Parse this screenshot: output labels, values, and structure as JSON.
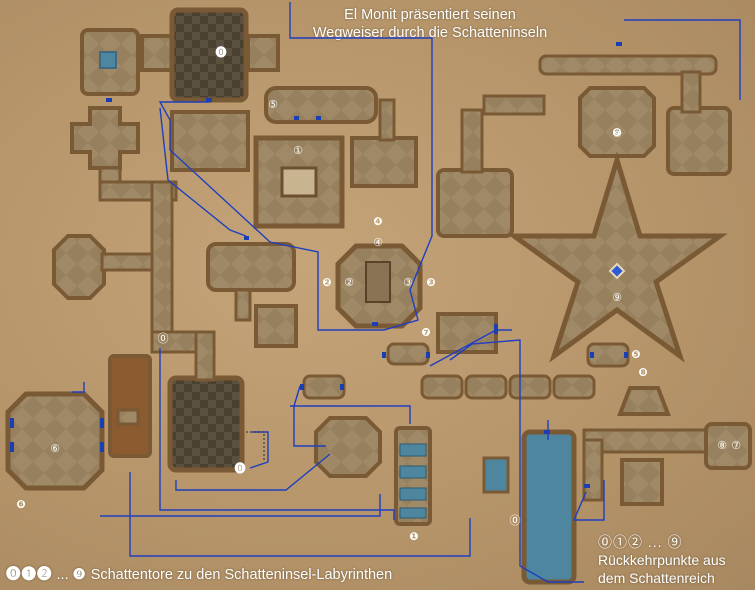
{
  "title": {
    "line1": "El Monit präsentiert seinen",
    "line2": "Wegweiser durch die Schatteninseln"
  },
  "legend_gates": {
    "symbols": "⓿❶❷",
    "ellipsis": "...",
    "last_symbol": "❾",
    "text": "Schattentore zu den Schatteninsel-Labyrinthen"
  },
  "legend_return": {
    "symbols": "⓪①② ... ⑨",
    "line1": "Rückkehrpunkte aus",
    "line2": "dem Schattenreich"
  },
  "gate_markers": [
    "⓿",
    "⓿",
    "❶",
    "❷",
    "❸",
    "❹",
    "❺",
    "❻",
    "❼",
    "❽",
    "❾"
  ],
  "return_markers": [
    "⓪",
    "⓪",
    "①",
    "②",
    "③",
    "④",
    "⑤",
    "⑥",
    "⑦",
    "⑧",
    "⑨",
    "⑨"
  ],
  "colors": {
    "parchment": "#b7976a",
    "wall": "#8a6a42",
    "floor": "#9a8464",
    "path": "#1f3fc0",
    "water": "#4e86a0",
    "gate": "#1a3fb5"
  }
}
